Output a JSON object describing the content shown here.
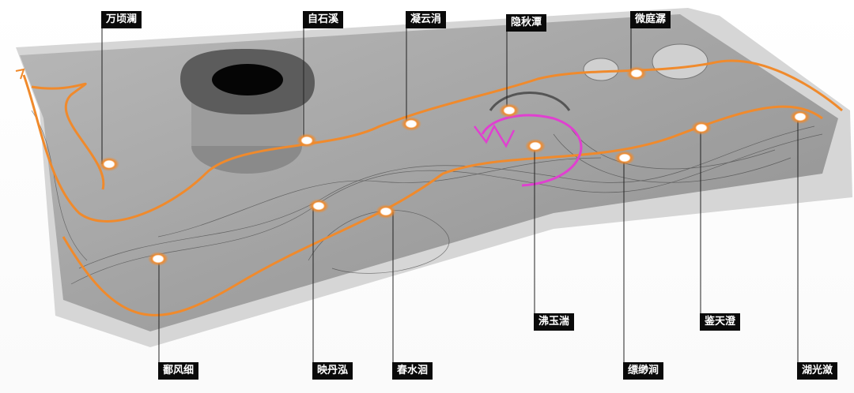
{
  "title": "Landscape route diagram",
  "colors": {
    "route": "#f08a2c",
    "loop": "#e040d0",
    "terrain": "#a9a9a9",
    "label_bg": "#0a0a0a"
  },
  "labels": {
    "wanqinglan": "万顷澜",
    "zishixi": "自石溪",
    "ningyunjuan": "凝云涓",
    "yinqiutan": "隐秋潭",
    "weitingchan": "微庭潺",
    "feiyutuan": "沸玉湍",
    "jiantiancheng": "鉴天澄",
    "huguanglian": "湖光潋",
    "pofengxi": "鄱风细",
    "yingdanhong": "映丹泓",
    "chunshuihui": "春水洄",
    "piaomiaojian": "缥缈涧"
  }
}
